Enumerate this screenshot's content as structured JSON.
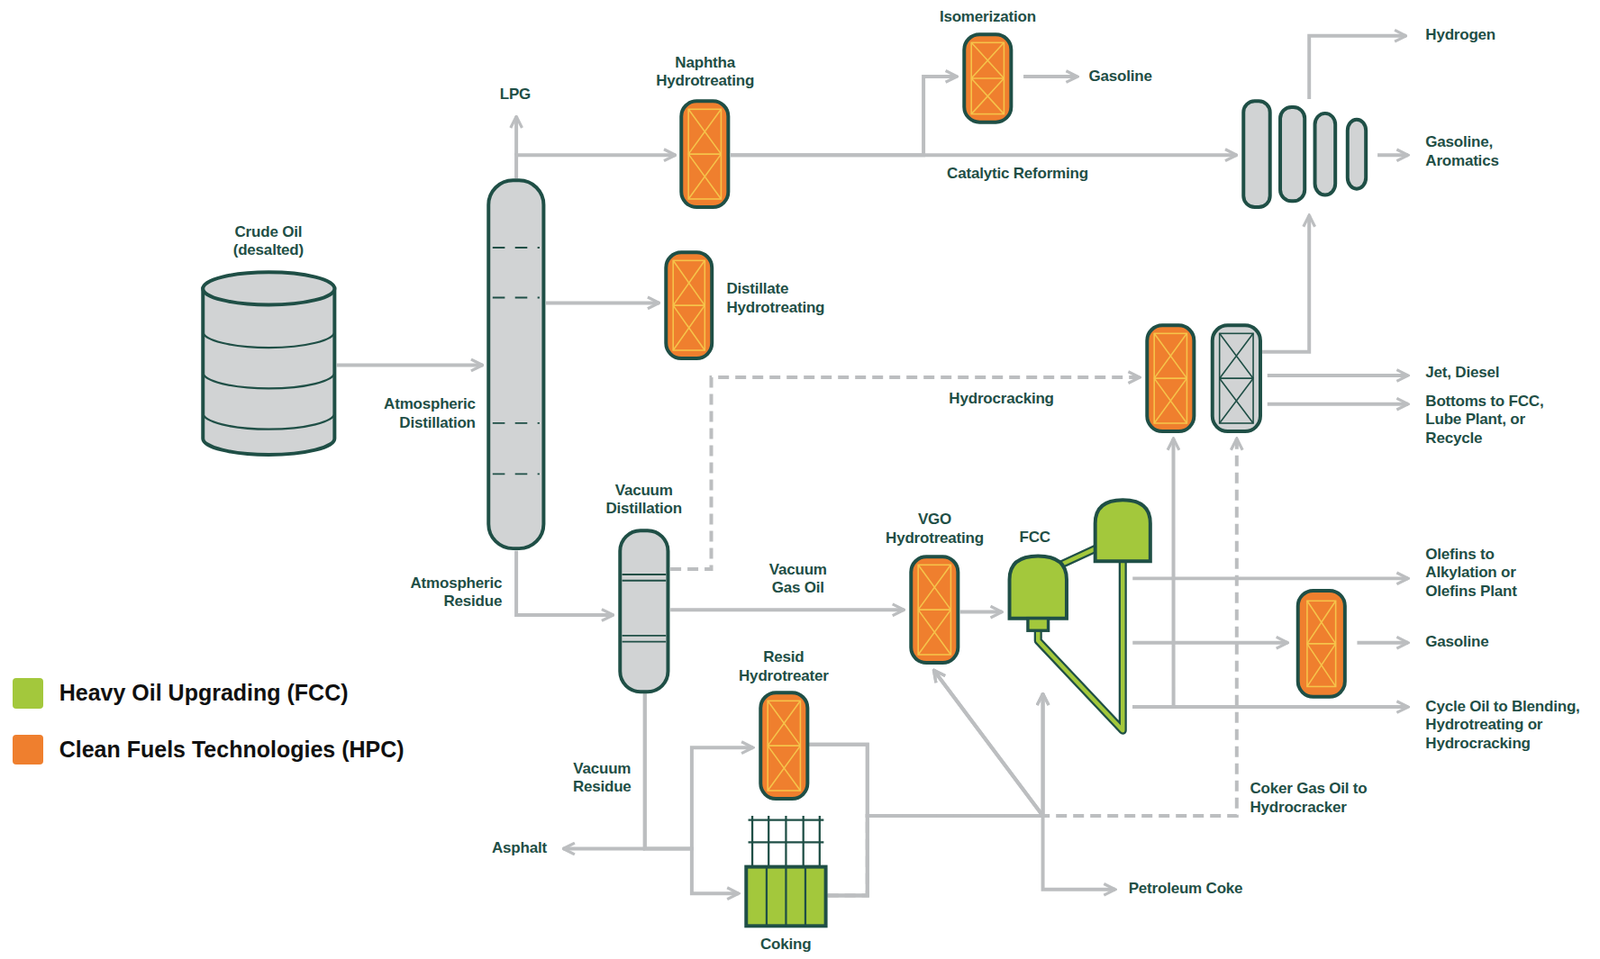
{
  "diagram": {
    "nodes": [
      {
        "text": [
          "Crude Oil (desalted)"
        ]
      },
      {
        "text": [
          "Atmospheric Distillation"
        ]
      },
      {
        "text": [
          "Naphtha Hydrotreating"
        ]
      },
      {
        "text": [
          "Isomerization"
        ]
      },
      {
        "text": [
          "Catalytic Reforming"
        ]
      },
      {
        "text": [
          "Distillate Hydrotreating"
        ]
      },
      {
        "text": [
          "Hydrocracking"
        ]
      },
      {
        "text": [
          "Vacuum Distillation"
        ]
      },
      {
        "text": [
          "VGO Hydrotreating"
        ]
      },
      {
        "text": [
          "FCC"
        ]
      },
      {
        "text": [
          "Resid Hydrotreater"
        ]
      },
      {
        "text": [
          "Coking"
        ]
      }
    ],
    "edges": [
      {
        "from": 0,
        "to": 1,
        "arrow": "to"
      },
      {
        "from": 1,
        "to": 2,
        "arrow": "to"
      },
      {
        "from": 2,
        "to": 4,
        "arrow": "to"
      },
      {
        "from": 2,
        "to": 3,
        "arrow": "to"
      },
      {
        "from": 1,
        "to": 5,
        "arrow": "to"
      },
      {
        "from": 1,
        "to": 7,
        "arrow": "to"
      },
      {
        "from": 7,
        "to": 6,
        "arrow": "to"
      },
      {
        "from": 7,
        "to": 8,
        "label": "Vacuum Gas Oil",
        "arrow": "to"
      },
      {
        "from": 8,
        "to": 9,
        "arrow": "to"
      },
      {
        "from": 7,
        "to": 10,
        "arrow": "to"
      },
      {
        "from": 7,
        "to": 11,
        "arrow": "to"
      },
      {
        "from": 10,
        "to": 8,
        "arrow": "to"
      },
      {
        "from": 10,
        "to": 9,
        "arrow": "to"
      },
      {
        "from": 11,
        "to": 8,
        "arrow": "to"
      },
      {
        "from": 11,
        "to": 9,
        "arrow": "to"
      },
      {
        "from": 11,
        "to": 6,
        "label": "Coker Gas Oil to Hydrocracker",
        "arrow": "to"
      },
      {
        "from": 9,
        "to": 6,
        "arrow": "to"
      },
      {
        "from": 6,
        "to": 4,
        "arrow": "to"
      }
    ],
    "labels": [
      "LPG",
      "Gasoline",
      "Hydrogen",
      "Gasoline, Aromatics",
      "Jet, Diesel",
      "Bottoms to FCC, Lube Plant, or Recycle",
      "Atmospheric Residue",
      "Olefins to Alkylation or Olefins Plant",
      "Gasoline",
      "Vacuum Residue",
      "Cycle Oil to Blending, Hydrotreating or Hydrocracking",
      "Asphalt",
      "Petroleum Coke"
    ],
    "legend": [
      {
        "text": "Heavy Oil Upgrading (FCC)",
        "color": "#a3c83c"
      },
      {
        "text": "Clean Fuels Technologies (HPC)",
        "color": "#ef7f2e"
      }
    ]
  }
}
